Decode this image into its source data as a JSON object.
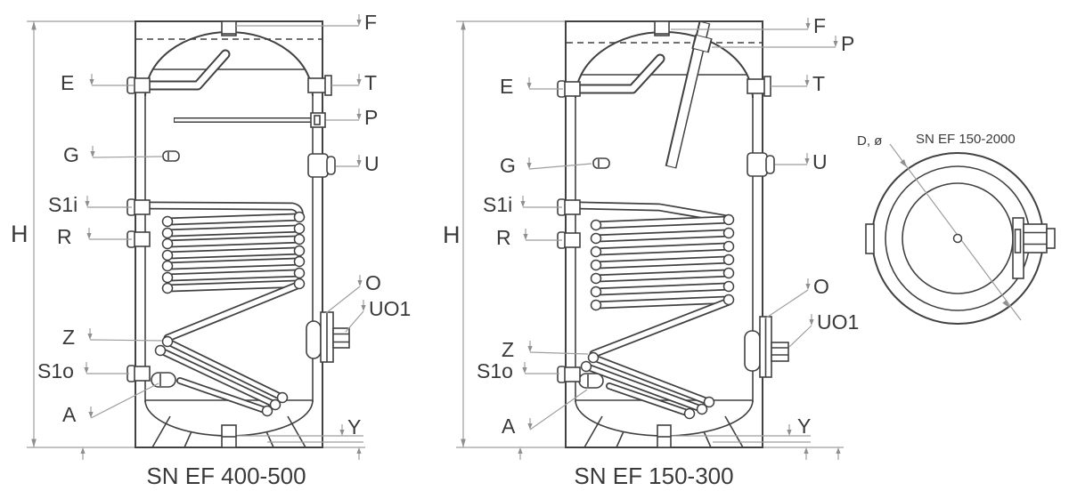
{
  "colors": {
    "line": "#414141",
    "leader": "#9e9e9e",
    "text": "#3a3a3a",
    "background": "#ffffff"
  },
  "left_tank": {
    "caption": "SN EF 400-500",
    "labels": {
      "F": "F",
      "E": "E",
      "T": "T",
      "P": "P",
      "G": "G",
      "U": "U",
      "S1i": "S1i",
      "R": "R",
      "H": "H",
      "O": "O",
      "UO1": "UO1",
      "Z": "Z",
      "S1o": "S1o",
      "A": "A",
      "Y": "Y"
    }
  },
  "middle_tank": {
    "caption": "SN EF 150-300",
    "labels": {
      "F": "F",
      "P": "P",
      "E": "E",
      "T": "T",
      "G": "G",
      "U": "U",
      "S1i": "S1i",
      "R": "R",
      "H": "H",
      "O": "O",
      "UO1": "UO1",
      "Z": "Z",
      "S1o": "S1o",
      "A": "A",
      "Y": "Y"
    }
  },
  "top_view": {
    "title": "SN EF 150-2000",
    "diameter_label": "D, ø"
  }
}
